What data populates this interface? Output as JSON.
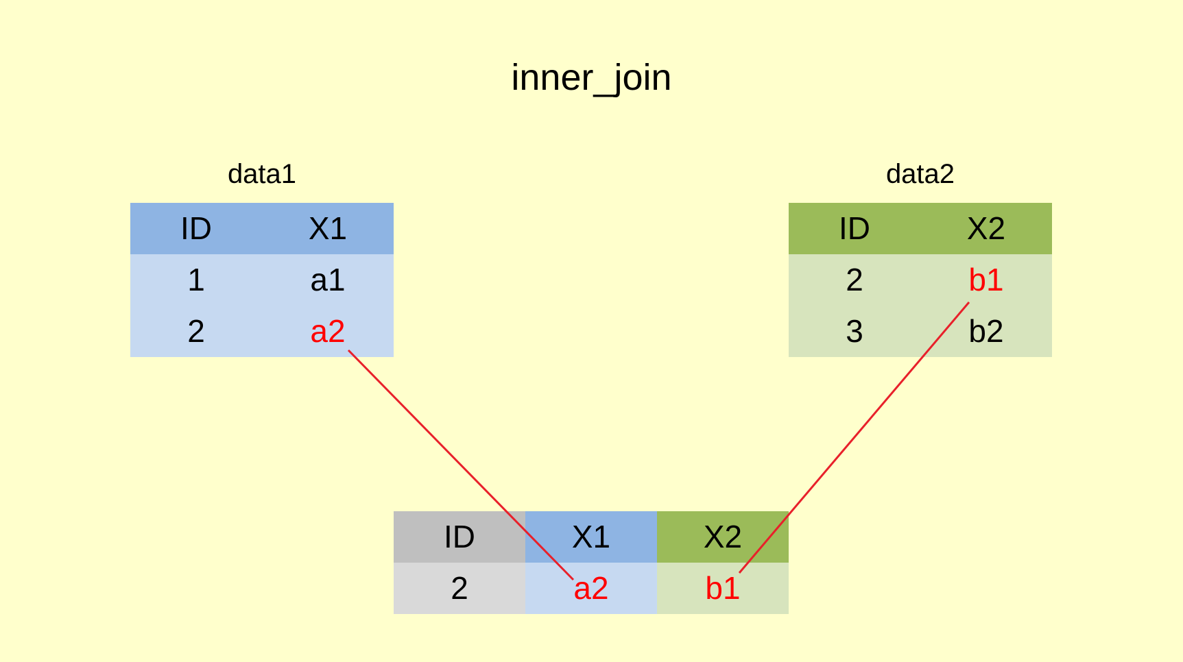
{
  "title": "inner_join",
  "data1": {
    "caption": "data1",
    "headers": [
      "ID",
      "X1"
    ],
    "rows": [
      [
        "1",
        "a1"
      ],
      [
        "2",
        "a2"
      ]
    ]
  },
  "data2": {
    "caption": "data2",
    "headers": [
      "ID",
      "X2"
    ],
    "rows": [
      [
        "2",
        "b1"
      ],
      [
        "3",
        "b2"
      ]
    ]
  },
  "result": {
    "headers": [
      "ID",
      "X1",
      "X2"
    ],
    "rows": [
      [
        "2",
        "a2",
        "b1"
      ]
    ]
  },
  "colors": {
    "background": "#FFFFCC",
    "data1_header": "#8EB4E3",
    "data1_body": "#C6D9F1",
    "data2_header": "#9BBB59",
    "data2_body": "#D7E4BD",
    "id_header": "#BFBFBF",
    "id_body": "#D9D9D9",
    "highlight": "#FF0000",
    "connector": "#E8202A"
  }
}
